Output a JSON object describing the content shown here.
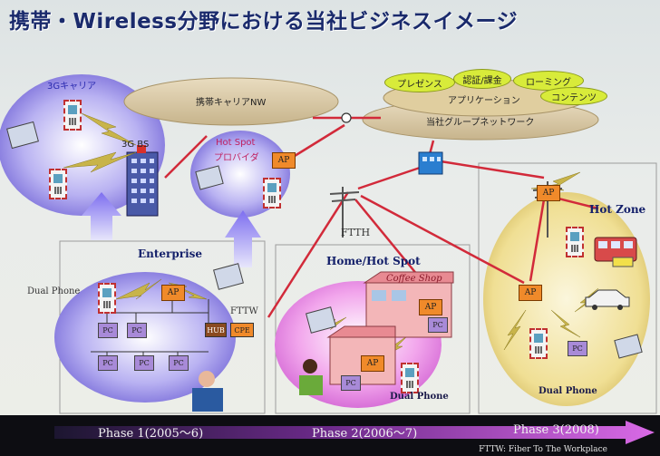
{
  "title": "携帯・Wireless分野における当社ビジネスイメージ",
  "top_network": {
    "presence": "プレゼンス",
    "auth": "認証/課金",
    "roaming": "ローミング",
    "application": "アプリケーション",
    "contents": "コンテンツ",
    "group_network": "当社グループネットワーク"
  },
  "carrier": {
    "label": "3Gキャリア",
    "network": "携帯キャリアNW",
    "base_station": "3G BS"
  },
  "hotspot": {
    "line1": "Hot Spot",
    "line2": "プロバイダ",
    "ap": "AP"
  },
  "ftth": "FTTH",
  "enterprise": {
    "label": "Enterprise",
    "dual_phone": "Dual Phone",
    "ap": "AP",
    "pc": "PC",
    "hub": "HUB",
    "cpe": "CPE",
    "fttw": "FTTW"
  },
  "home": {
    "label": "Home/Hot Spot",
    "coffee": "Coffee Shop",
    "ap": "AP",
    "pc": "PC",
    "dual_phone": "Dual Phone"
  },
  "hotzone": {
    "label": "Hot Zone",
    "ap": "AP",
    "pc": "PC",
    "dual_phone": "Dual Phone"
  },
  "phases": [
    "Phase 1(2005〜6)",
    "Phase 2(2006〜7)",
    "Phase 3(2008)"
  ],
  "footnote": "FTTW: Fiber To The Workplace",
  "colors": {
    "title": "#1a2a6c",
    "ap_box": "#f08a2a",
    "pc_box": "#a88ad8",
    "pill": "#d8eb3a",
    "link": "#d22a3a",
    "phase_arrow": "#c04ad8"
  }
}
